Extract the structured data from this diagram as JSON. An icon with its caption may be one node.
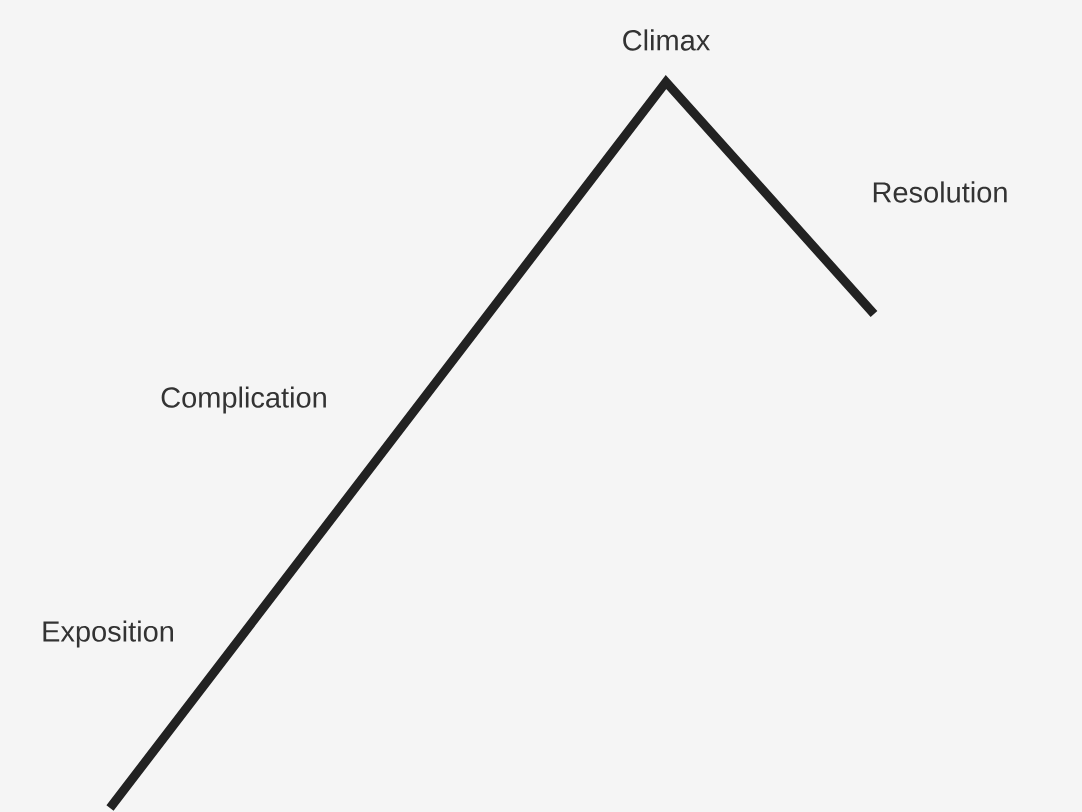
{
  "diagram": {
    "labels": [
      "Climax",
      "Resolution",
      "Complication",
      "Exposition"
    ]
  }
}
